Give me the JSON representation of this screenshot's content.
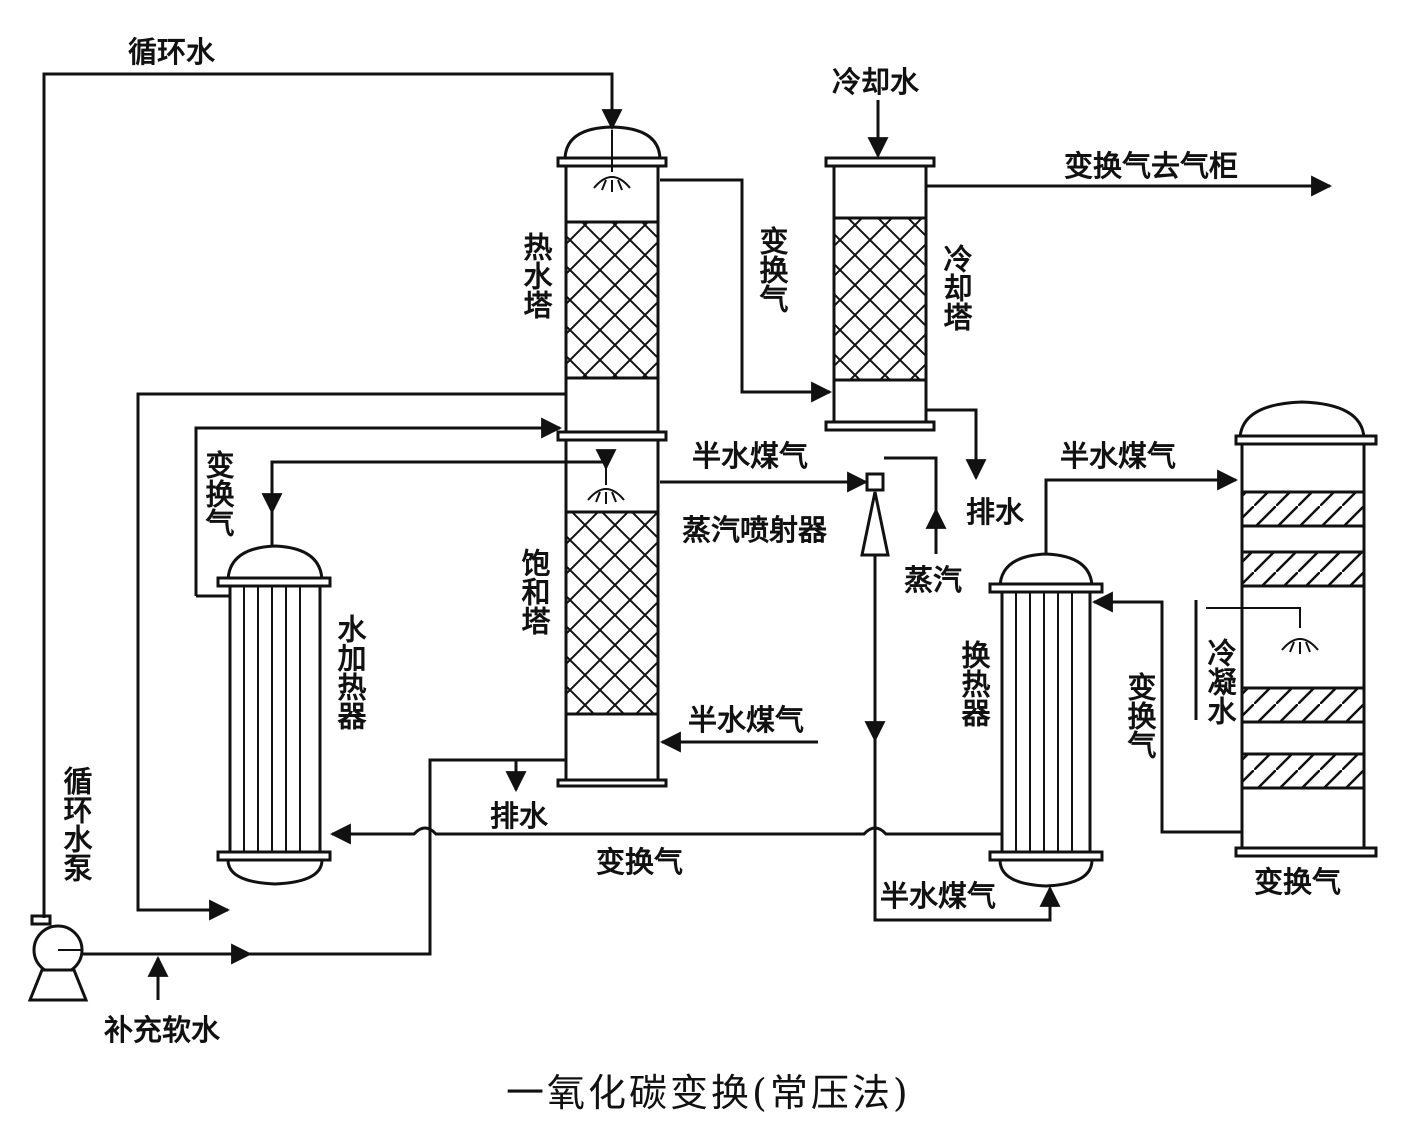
{
  "title": "一氧化碳变换(常压法)",
  "labels": {
    "circulating_water": "循环水",
    "cooling_water": "冷却水",
    "shift_gas_to_holder": "变换气去气柜",
    "hot_water_tower": "热水塔",
    "shift_gas_mid": "变换气",
    "cooling_tower": "冷却塔",
    "semi_water_gas_top": "半水煤气",
    "drain_cooling": "排水",
    "steam_ejector": "蒸汽喷射器",
    "steam": "蒸汽",
    "semi_water_gas_right": "半水煤气",
    "shift_gas_left": "变换气",
    "saturation_tower": "饱和塔",
    "water_heater": "水加热器",
    "heat_exchanger": "换热器",
    "condensate_water": "冷凝水",
    "shift_gas_right_vertical": "变换气",
    "semi_water_gas_inlet": "半水煤气",
    "drain_saturation": "排水",
    "circulating_water_pump": "循环水泵",
    "shift_gas_bottom": "变换气",
    "semi_water_gas_bottom": "半水煤气",
    "shift_gas_converter": "变换气",
    "makeup_soft_water": "补充软水"
  },
  "colors": {
    "ink": "#111111",
    "paper": "#ffffff"
  }
}
